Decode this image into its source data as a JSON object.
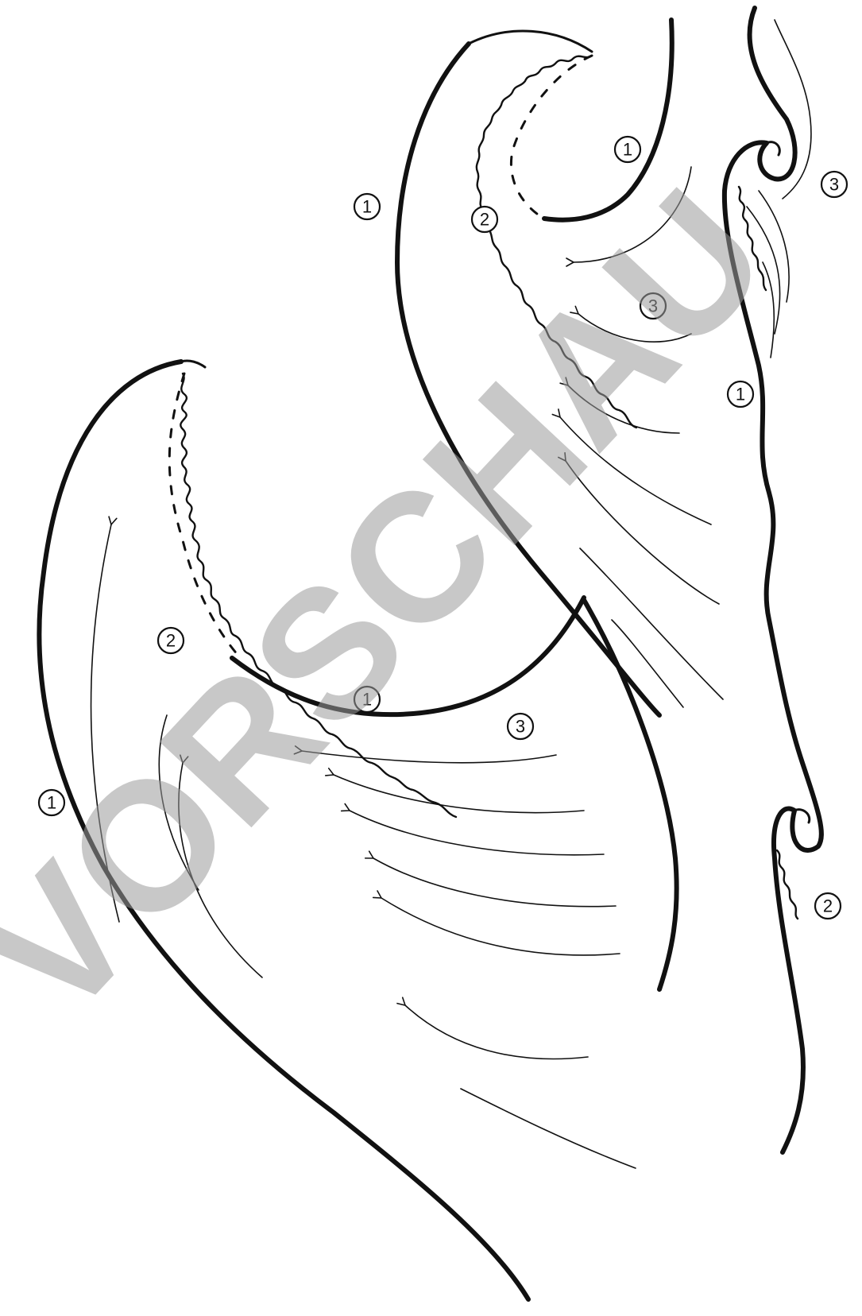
{
  "watermark": "VORSCHAU",
  "markers": {
    "big_wave_outer": "1",
    "big_wave_inner": "1",
    "big_wave_foam": "2",
    "big_wave_wind": "3",
    "top_wave_outer": "1",
    "top_wave_inner": "1",
    "top_wave_foam": "2",
    "top_wave_wind": "3",
    "right_edge_upper": "3",
    "right_edge_middle": "1",
    "right_edge_lower": "2"
  }
}
